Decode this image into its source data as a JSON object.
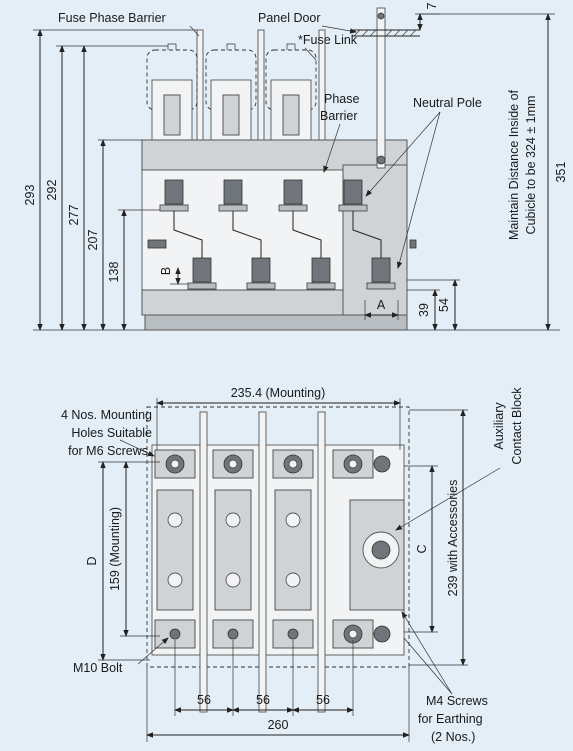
{
  "colors": {
    "background": "#e3eef6",
    "line": "#222222",
    "body": "#cfd3d6"
  },
  "front_view": {
    "labels": {
      "fuse_phase_barrier": "Fuse Phase Barrier",
      "panel_door": "Panel Door",
      "fuse_link": "*Fuse Link",
      "phase_barrier_1": "Phase",
      "phase_barrier_2": "Barrier",
      "neutral_pole": "Neutral Pole",
      "maintain_1": "Maintain Distance Inside of",
      "maintain_2": "Cubicle to be 324 ± 1mm"
    },
    "dims": {
      "d293": "293",
      "d292": "292",
      "d277": "277",
      "d207": "207",
      "d138": "138",
      "dB": "B",
      "dA": "A",
      "d39": "39",
      "d54": "54",
      "d7": "7",
      "d351": "351"
    }
  },
  "bottom_view": {
    "labels": {
      "mounting_1": "4 Nos. Mounting",
      "mounting_2": "Holes Suitable",
      "mounting_3": "for M6 Screws",
      "aux_1": "Auxiliary",
      "aux_2": "Contact Block",
      "m10": "M10 Bolt",
      "m4_1": "M4 Screws",
      "m4_2": "for Earthing",
      "m4_3": "(2 Nos.)"
    },
    "dims": {
      "mounting_width": "235.4 (Mounting)",
      "dD": "D",
      "d159": "159 (Mounting)",
      "dC": "C",
      "d239": "239 with Accessories",
      "d56a": "56",
      "d56b": "56",
      "d56c": "56",
      "d260": "260"
    }
  }
}
